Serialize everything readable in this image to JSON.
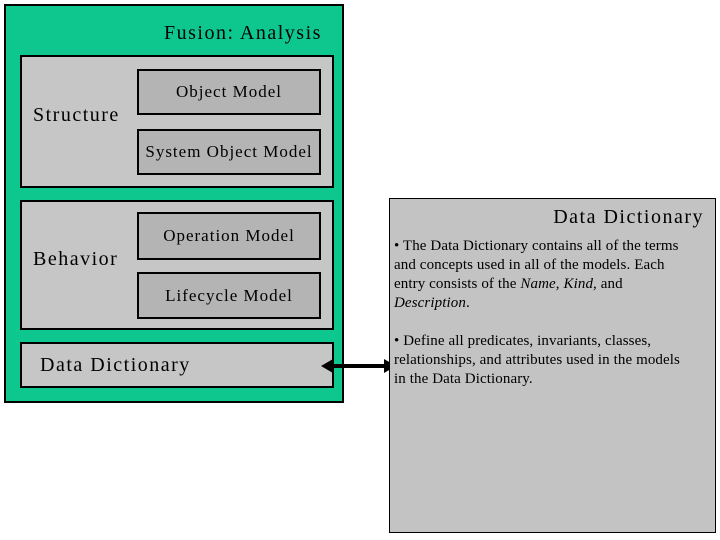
{
  "colors": {
    "frame_green": "#0EC78F",
    "container_gray": "#C6C6C6",
    "model_box_gray": "#B4B4B4",
    "panel_gray": "#C3C3C3",
    "border": "#000000",
    "arrow": "#000000",
    "background": "#FFFFFF",
    "text": "#000000"
  },
  "slide": {
    "title": "Fusion: Analysis",
    "structure": {
      "label": "Structure",
      "models": [
        "Object Model",
        "System Object Model"
      ]
    },
    "behavior": {
      "label": "Behavior",
      "models": [
        "Operation Model",
        "Lifecycle Model"
      ]
    },
    "data_dictionary_box": {
      "label": "Data Dictionary"
    }
  },
  "connector": {
    "type": "double-headed-arrow",
    "from": "data-dictionary-box",
    "to": "data-dictionary-panel"
  },
  "panel": {
    "title": "Data Dictionary",
    "bullets": [
      {
        "segments": [
          {
            "text": "• The Data Dictionary contains all of the terms\nand concepts used in all of the models. Each\nentry consists of the ",
            "italic": false
          },
          {
            "text": "Name",
            "italic": true
          },
          {
            "text": ", ",
            "italic": false
          },
          {
            "text": "Kind",
            "italic": true
          },
          {
            "text": ", and\n",
            "italic": false
          },
          {
            "text": "Description",
            "italic": true
          },
          {
            "text": ".",
            "italic": false
          }
        ]
      },
      {
        "segments": [
          {
            "text": "• Define all predicates, invariants, classes,\nrelationships, and attributes used in the models\nin the Data Dictionary.",
            "italic": false
          }
        ]
      }
    ]
  }
}
